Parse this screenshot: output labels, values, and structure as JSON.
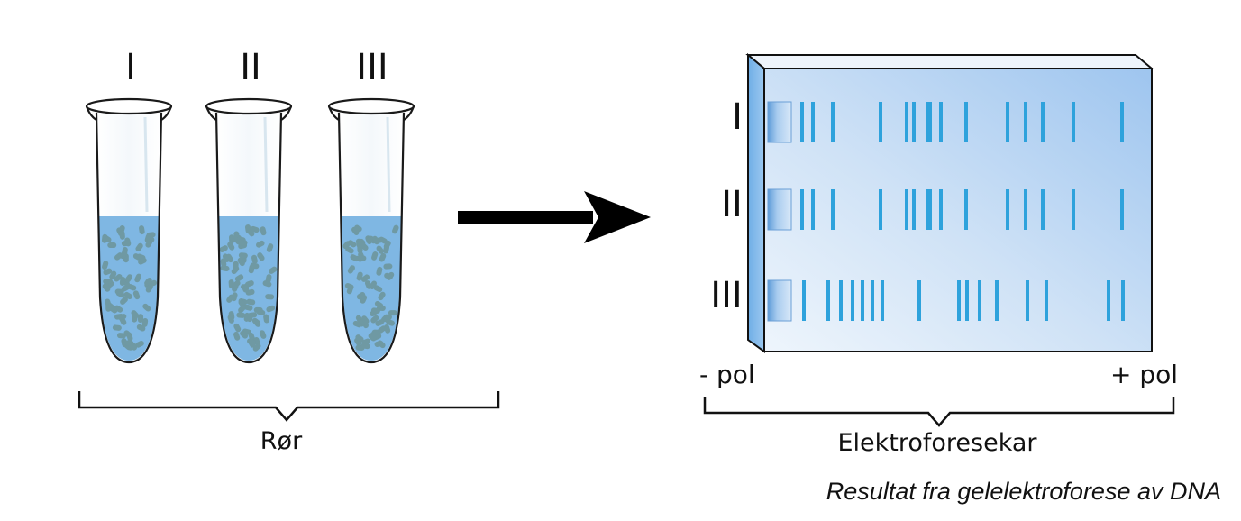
{
  "tubes": {
    "labels": [
      "I",
      "II",
      "III"
    ],
    "group_label": "Rør"
  },
  "gel": {
    "lane_labels": [
      "I",
      "II",
      "III"
    ],
    "minus_label": "- pol",
    "plus_label": "+ pol",
    "group_label": "Elektroforesekar"
  },
  "caption": "Resultat fra gelelektroforese av DNA",
  "colors": {
    "liquid": "#7fb7e3",
    "particles": "#6f99a3",
    "gel_light": "#e9f2fb",
    "gel_dark": "#a4c8ee",
    "band": "#2ea2dc",
    "arrow": "#000000"
  },
  "icons": {
    "arrow": "right-arrow-icon"
  }
}
